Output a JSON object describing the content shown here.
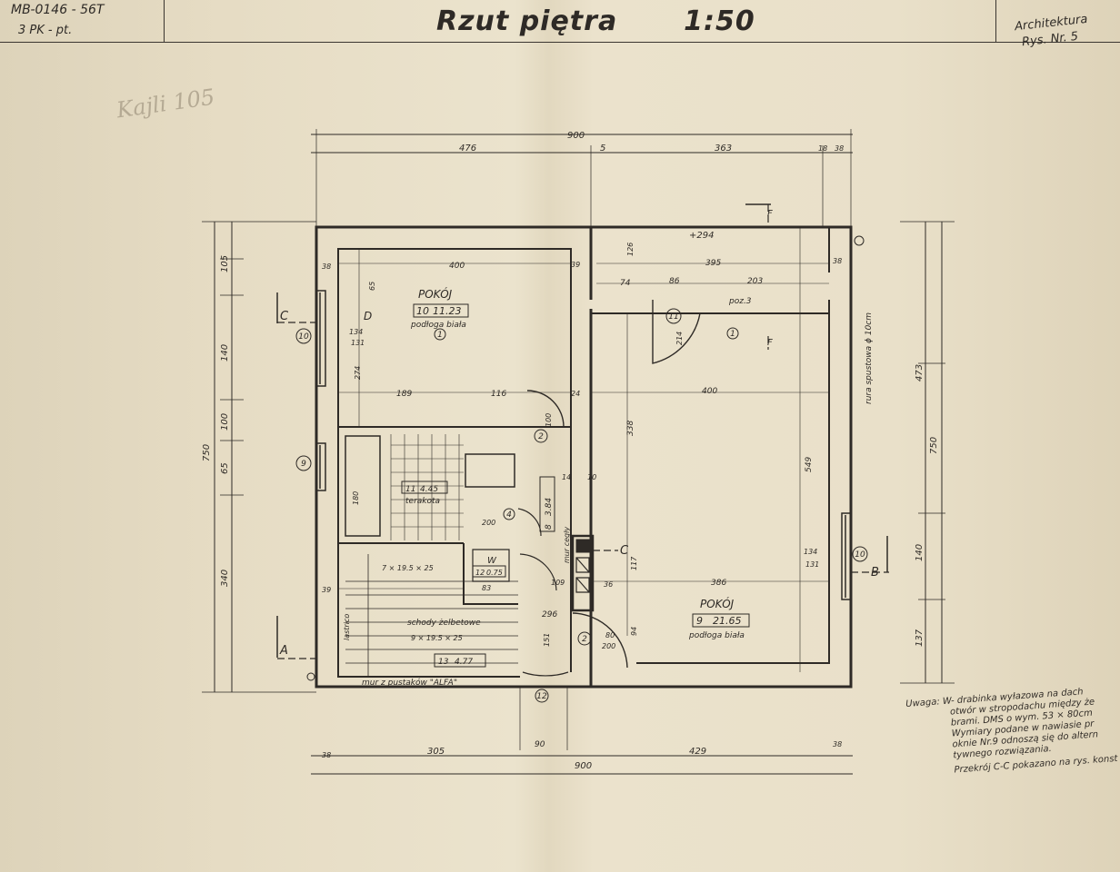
{
  "header": {
    "code_line1": "MB-0146 - 56T",
    "code_line2": "3 PK - pt.",
    "title": "Rzut piętra",
    "scale": "1:50",
    "section_label": "Architektura",
    "sheet_number": "Rys. Nr. 5"
  },
  "pencil_note": "Kajli 105",
  "dims": {
    "total_width": "900",
    "top_left": "476",
    "top_gap": "5",
    "top_right": "363",
    "top_small1": "18",
    "top_small2": "38",
    "bottom_total": "900",
    "bottom_38a": "38",
    "bottom_305": "305",
    "bottom_90": "90",
    "bottom_429": "429",
    "bottom_38b": "38",
    "left_total": "750",
    "left_105": "105",
    "left_140": "140",
    "left_100": "100",
    "left_65": "65",
    "left_340": "340",
    "right_total": "750",
    "right_473": "473",
    "right_140": "140",
    "right_137": "137"
  },
  "rooms": {
    "r10_label": "POKÓJ",
    "r10_num": "10",
    "r10_area": "11.23",
    "r10_floor": "podłoga biała",
    "r9_label": "POKÓJ",
    "r9_num": "9",
    "r9_area": "21.65",
    "r9_floor": "podłoga biała",
    "r11_num": "11",
    "r11_area": "4.45",
    "r11_floor": "terakota",
    "r12_num": "12",
    "r12_area": "0.75",
    "r8_num": "8",
    "r8_area": "3.84",
    "r13_num": "13",
    "r13_area": "4.77"
  },
  "labels": {
    "level": "+294",
    "stairs": "schody żelbetowe",
    "stair_spec1": "7 × 19.5 × 25",
    "stair_spec2": "9 × 19.5 × 25",
    "wall_note": "mur z pustaków \"ALFA\"",
    "pipe_note": "rura spustowa ϕ 10cm",
    "brick_wall": "mur cegły",
    "poz": "poz.3",
    "lastrico": "lastrico",
    "d_mark": "D",
    "w_mark": "W",
    "dim_400a": "400",
    "dim_395": "395",
    "dim_400b": "400",
    "dim_386": "386",
    "dim_189": "189",
    "dim_116": "116",
    "dim_74": "74",
    "dim_86": "86",
    "dim_203": "203",
    "dim_338": "338",
    "dim_549": "549",
    "dim_296": "296",
    "dim_200a": "200",
    "dim_200b": "200",
    "dim_80": "80",
    "dim_214": "214",
    "dim_134a": "134",
    "dim_131a": "131",
    "dim_134b": "134",
    "dim_131b": "131",
    "dim_274": "274",
    "dim_180": "180",
    "dim_100": "100",
    "dim_117": "117",
    "dim_94": "94",
    "dim_151": "151",
    "dim_126": "126",
    "dim_83": "83",
    "dim_109": "109",
    "dim_36": "36",
    "dim_39a": "39",
    "dim_39b": "39",
    "dim_38a": "38",
    "dim_38b": "38",
    "dim_24": "24",
    "dim_14": "14",
    "dim_10": "10",
    "dim_65": "65"
  },
  "markers": {
    "window_10": "10",
    "window_9": "9",
    "door_11": "11",
    "door_2a": "2",
    "door_2b": "2",
    "n_4": "4",
    "n_1a": "1",
    "n_1b": "1",
    "n_10b": "10",
    "n_12": "12"
  },
  "sections": {
    "c_left": "C",
    "c_right": "C",
    "a": "A",
    "b": "B",
    "f_top": "F",
    "f_mid": "F"
  },
  "notes": {
    "lead": "Uwaga:",
    "l1": "W- drabinka wyłazowa na dach",
    "l2": "otwór w stropodachu między że",
    "l3": "brami. DMS o wym. 53 × 80cm",
    "l4": "Wymiary podane w nawiasie pr",
    "l5": "oknie Nr.9 odnoszą się do altern",
    "l6": "tywnego rozwiązania.",
    "l7": "Przekrój C-C pokazano na rys. konst"
  }
}
